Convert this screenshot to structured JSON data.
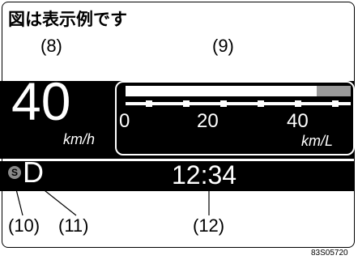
{
  "caption": "図は表示例です",
  "callouts": {
    "speed": "(8)",
    "gauge": "(9)",
    "sport_indicator": "(10)",
    "gear": "(11)",
    "clock": "(12)"
  },
  "speed": {
    "value": "40",
    "unit": "km/h"
  },
  "fuel_economy_gauge": {
    "tick_labels": [
      "0",
      "20",
      "40"
    ],
    "unit": "km/L",
    "bar_fill_fraction": 0.85
  },
  "sport_indicator": "S",
  "gear": "D",
  "clock": "12:34",
  "figure_code": "83S05720"
}
